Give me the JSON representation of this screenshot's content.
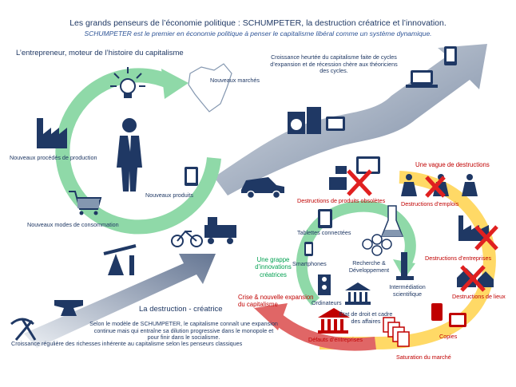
{
  "header": {
    "title": "Les grands penseurs de l’économie politique : SCHUMPETER, la destruction créatrice et l’innovation.",
    "subtitle": "SCHUMPETER est le premier en économie politique à penser le capitalisme libéral comme un système dynamique."
  },
  "entrepreneur": {
    "title": "L’entrepreneur, moteur de l’histoire du capitalisme",
    "nouveaux_marches": "Nouveaux marchés",
    "nouveaux_procedes": "Nouveaux procédés de production",
    "nouveaux_produits": "Nouveaux produits",
    "nouveaux_modes": "Nouveaux modes de consommation"
  },
  "cycles": {
    "text": "Croissance heurtée du capitalisme faite de cycles d’expansion et de récession chère aux théoriciens des cycles."
  },
  "destruction_wave": {
    "title": "Une vague de destructions",
    "produits": "Destructions de produits obsolètes",
    "emplois": "Destructions d’emplois",
    "entreprises": "Destructions d’entreprises",
    "lieux": "Destructions de lieux",
    "copies": "Copies",
    "saturation": "Saturation du marché",
    "defauts": "Défauts d’entreprises",
    "crise": "Crise & nouvelle expansion du capitalisme"
  },
  "innovations": {
    "grappe": "Une grappe d’innovations créatrices",
    "tablettes": "Tablettes connectées",
    "smartphones": "Smartphones",
    "recherche": "Recherche & Développement",
    "intermediation": "Intermédiation scientifique",
    "ordinateurs": "Ordinateurs",
    "etat": "État de droit et cadre des affaires"
  },
  "destruction_creatrice": {
    "title": "La destruction - créatrice",
    "text": "Selon le modèle de SCHUMPETER, le capitalisme connaît une expansion continue mais qui entraîne sa dilution progressive dans le monopole et pour finir dans le socialisme.",
    "croissance": "Croissance régulière des richesses inhérente au capitalisme selon les penseurs classiques"
  },
  "colors": {
    "navy": "#1f3864",
    "red": "#c00000",
    "green_loop": "#8fd9a8",
    "yellow_loop": "#ffd966",
    "red_arrow": "#e06666",
    "grey_ribbon": "#8497b0"
  }
}
